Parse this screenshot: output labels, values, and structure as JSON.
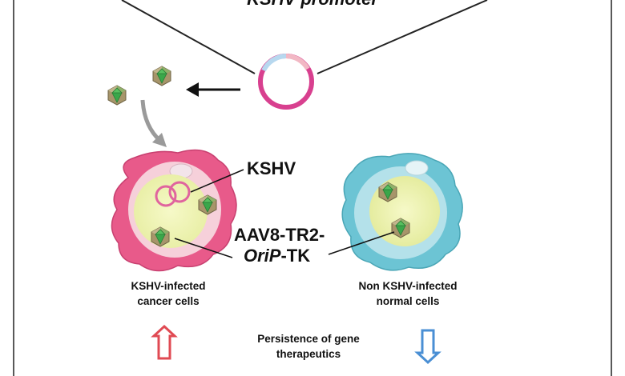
{
  "top_text": "KSHV promoter",
  "labels": {
    "kshv": "KSHV",
    "vector_line1": "AAV8-TR2-",
    "vector_line2_italic": "OriP",
    "vector_line2_rest": "-TK",
    "infected_line1": "KSHV-infected",
    "infected_line2": "cancer cells",
    "normal_line1": "Non KSHV-infected",
    "normal_line2": "normal cells",
    "persistence_line1": "Persistence of gene",
    "persistence_line2": "therapeutics"
  },
  "colors": {
    "infected_cell": "#e85a8a",
    "normal_cell": "#6cc4d4",
    "nucleus": "#f1f5b8",
    "episome": "#e0649e",
    "plasmid_main": "#d8408f",
    "plasmid_blue": "#b7d8ef",
    "plasmid_pink": "#f2b8c4",
    "virion_green": "#3aa74a",
    "virion_tan": "#a7956a",
    "up_arrow": "#e04a53",
    "down_arrow": "#4a8fd4"
  },
  "icons": [
    "up-arrow-icon",
    "down-arrow-icon",
    "left-arrow-icon",
    "curved-arrow-icon"
  ]
}
